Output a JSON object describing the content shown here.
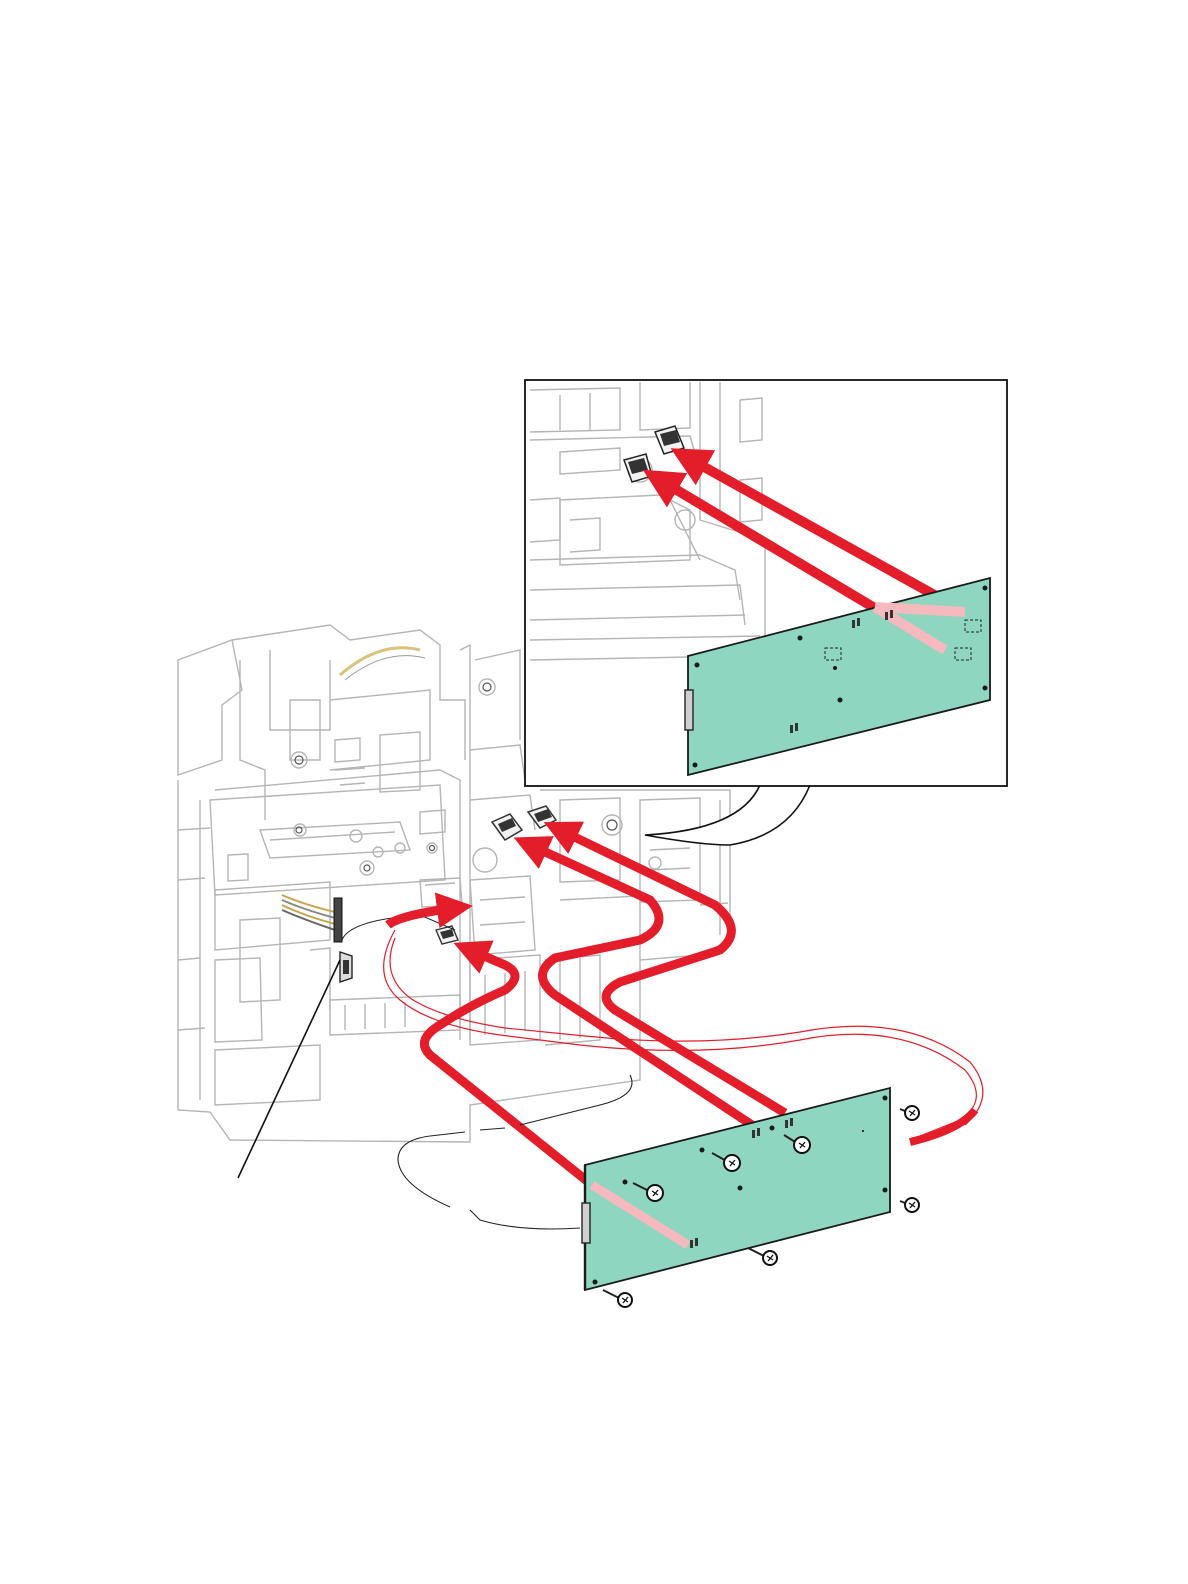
{
  "figure": {
    "colors": {
      "arrow": "#e31d2a",
      "arrow_faint": "#f6b9bd",
      "board": "#8fd6c0",
      "board_outline": "#1a1a1a",
      "chassis_line": "#b5b5b5",
      "chassis_dark": "#555555",
      "callout_frame": "#111111",
      "connector_dark": "#333333",
      "harness": "#c9a34a"
    },
    "parts": {
      "detail_inset": "connector-alignment-detail",
      "main_board": "circuit-board",
      "screws": 7,
      "harness_connector": "wire-harness-connector"
    }
  }
}
